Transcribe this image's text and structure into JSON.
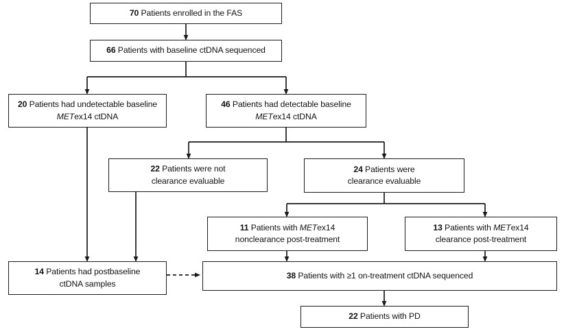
{
  "figure": {
    "type": "flow-diagram",
    "title": "CONSORT-style patient disposition flow diagram for ctDNA analysis",
    "nodes": [
      {
        "id": "n70",
        "count": "70",
        "text": "Patients enrolled in the FAS",
        "lines": [
          "70 Patients enrolled in the FAS"
        ]
      },
      {
        "id": "n66",
        "count": "66",
        "text": "Patients with baseline ctDNA sequenced",
        "lines": [
          "66 Patients with baseline ctDNA sequenced"
        ]
      },
      {
        "id": "n20",
        "count": "20",
        "text": "Patients had undetectable baseline METex14 ctDNA",
        "lines": [
          "20 Patients had undetectable baseline",
          "METex14 ctDNA"
        ]
      },
      {
        "id": "n46",
        "count": "46",
        "text": "Patients had detectable baseline METex14 ctDNA",
        "lines": [
          "46 Patients had detectable baseline",
          "METex14 ctDNA"
        ]
      },
      {
        "id": "n22a",
        "count": "22",
        "text": "Patients were not clearance evaluable",
        "lines": [
          "22 Patients were not",
          "clearance evaluable"
        ]
      },
      {
        "id": "n24",
        "count": "24",
        "text": "Patients were clearance evaluable",
        "lines": [
          "24 Patients were",
          "clearance evaluable"
        ]
      },
      {
        "id": "n11",
        "count": "11",
        "text": "Patients with METex14 nonclearance post-treatment",
        "lines": [
          "11 Patients with METex14",
          "nonclearance post-treatment"
        ]
      },
      {
        "id": "n13",
        "count": "13",
        "text": "Patients with METex14 clearance post-treatment",
        "lines": [
          "13 Patients with METex14",
          "clearance post-treatment"
        ]
      },
      {
        "id": "n14",
        "count": "14",
        "text": "Patients had postbaseline ctDNA samples",
        "lines": [
          "14 Patients had postbaseline",
          "ctDNA samples"
        ]
      },
      {
        "id": "n38",
        "count": "38",
        "text": "Patients with ≥1 on-treatment ctDNA sequenced",
        "lines": [
          "38 Patients with ≥1 on-treatment ctDNA sequenced"
        ]
      },
      {
        "id": "n22b",
        "count": "22",
        "text": "Patients with PD",
        "lines": [
          "22 Patients with PD"
        ]
      }
    ],
    "edges": [
      {
        "from": "n70",
        "to": "n66",
        "style": "solid"
      },
      {
        "from": "n66",
        "to": "n20",
        "style": "solid"
      },
      {
        "from": "n66",
        "to": "n46",
        "style": "solid"
      },
      {
        "from": "n46",
        "to": "n22a",
        "style": "solid"
      },
      {
        "from": "n46",
        "to": "n24",
        "style": "solid"
      },
      {
        "from": "n24",
        "to": "n11",
        "style": "solid"
      },
      {
        "from": "n24",
        "to": "n13",
        "style": "solid"
      },
      {
        "from": "n20",
        "to": "n14",
        "style": "solid"
      },
      {
        "from": "n22a",
        "to": "n14",
        "style": "solid"
      },
      {
        "from": "n11",
        "to": "n38",
        "style": "solid"
      },
      {
        "from": "n13",
        "to": "n38",
        "style": "solid"
      },
      {
        "from": "n14",
        "to": "n38",
        "style": "dashed"
      },
      {
        "from": "n38",
        "to": "n22b",
        "style": "solid"
      }
    ],
    "colors": {
      "box_border": "#1a1a1a",
      "box_fill": "#ffffff",
      "connector": "#1a1a1a",
      "text": "#111111",
      "background": "#ffffff"
    }
  }
}
